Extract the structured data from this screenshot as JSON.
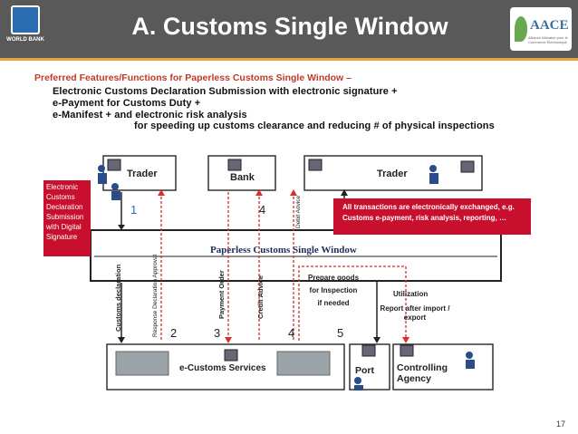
{
  "header": {
    "title": "A. Customs Single Window",
    "left_logo_text": "WORLD BANK",
    "right_logo_text": "AACE",
    "right_logo_subtext": "Alliance Africaine pour le Commerce Électronique"
  },
  "intro": "Preferred Features/Functions for Paperless Customs Single Window –",
  "features": [
    "Electronic Customs Declaration Submission with electronic signature +",
    "e-Payment for Customs Duty +",
    "e-Manifest + and electronic risk analysis",
    "for speeding up customs clearance and reducing # of physical inspections"
  ],
  "diagram": {
    "trader_left": "Trader",
    "bank": "Bank",
    "trader_right": "Trader",
    "single_window": "Paperless Customs Single Window",
    "ecustoms": "e-Customs Services",
    "port": "Port",
    "agency": "Controlling Agency",
    "note_left": "Electronic Customs Declaration Submission with Digital Signature",
    "note_right_1": "All transactions are electronically exchanged, e.g.",
    "note_right_2": "Customs e-payment, risk analysis, reporting, …",
    "steps": [
      "1",
      "4",
      "2",
      "3",
      "4",
      "5"
    ],
    "arrows": {
      "customs_declaration": "Customs declaration",
      "response": "Response Declaration Approval",
      "payment_order": "Payment Order",
      "credit_advice": "Credit Advice",
      "debit_advice": "Debit Advice"
    },
    "prepare_goods": "Prepare goods for Inspection if needed",
    "utilization": "Utilization",
    "report": "Report after import / export"
  },
  "page_number": "17",
  "colors": {
    "header_bg": "#595959",
    "accent": "#e8a23a",
    "red": "#c8102e",
    "line_red": "#d62f2f"
  }
}
